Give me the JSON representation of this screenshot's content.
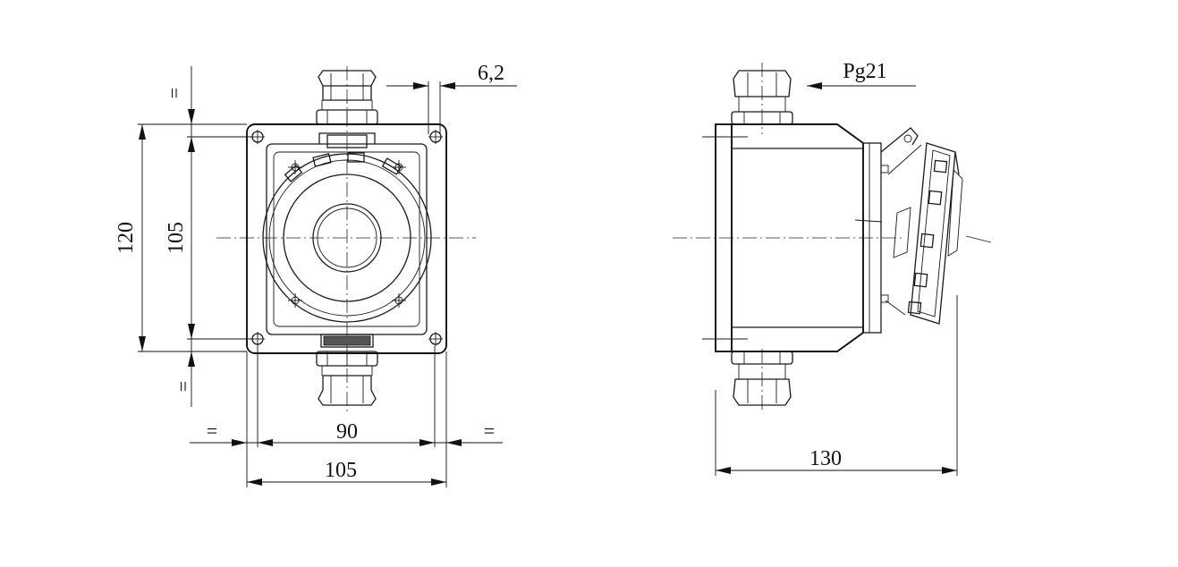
{
  "front_view": {
    "dimensions": {
      "height_outer": "120",
      "height_holes": "105",
      "width_holes": "90",
      "width_outer": "105",
      "offset": "6,2",
      "equal_mark": "="
    }
  },
  "side_view": {
    "dimensions": {
      "depth": "130",
      "gland_thread": "Pg21"
    }
  },
  "colors": {
    "line": "#1a1a1a",
    "background": "#ffffff"
  }
}
